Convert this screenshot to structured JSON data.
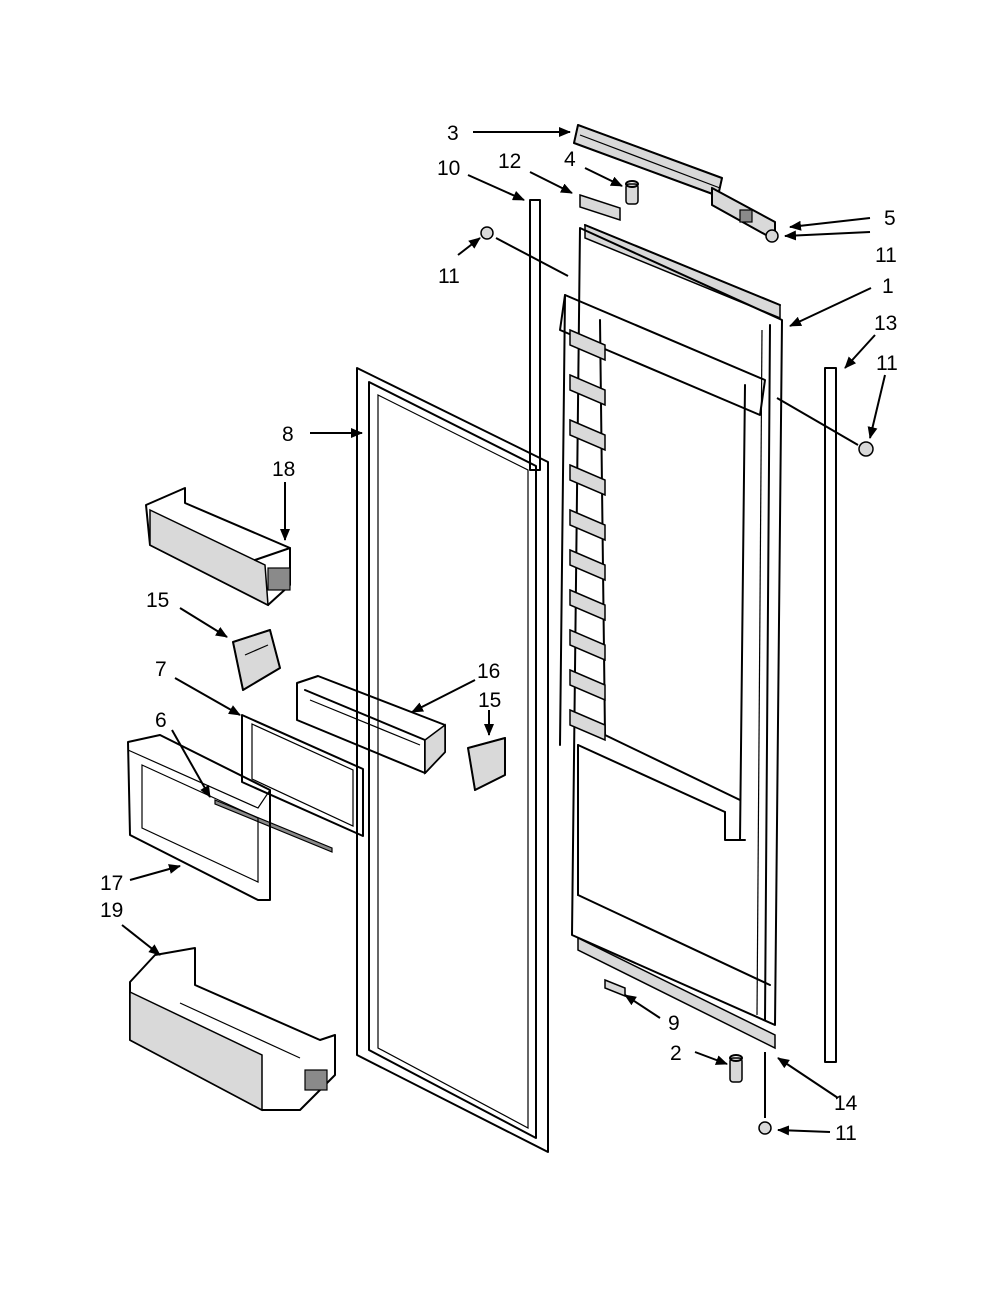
{
  "colors": {
    "line": "#000000",
    "background": "#ffffff",
    "shade": "#d9d9d9"
  },
  "callouts": [
    {
      "label": "3"
    },
    {
      "label": "4"
    },
    {
      "label": "12"
    },
    {
      "label": "10"
    },
    {
      "label": "5"
    },
    {
      "label": "11"
    },
    {
      "label": "11"
    },
    {
      "label": "1"
    },
    {
      "label": "13"
    },
    {
      "label": "11"
    },
    {
      "label": "8"
    },
    {
      "label": "18"
    },
    {
      "label": "15"
    },
    {
      "label": "7"
    },
    {
      "label": "16"
    },
    {
      "label": "15"
    },
    {
      "label": "6"
    },
    {
      "label": "17"
    },
    {
      "label": "19"
    },
    {
      "label": "9"
    },
    {
      "label": "2"
    },
    {
      "label": "14"
    },
    {
      "label": "11"
    }
  ]
}
